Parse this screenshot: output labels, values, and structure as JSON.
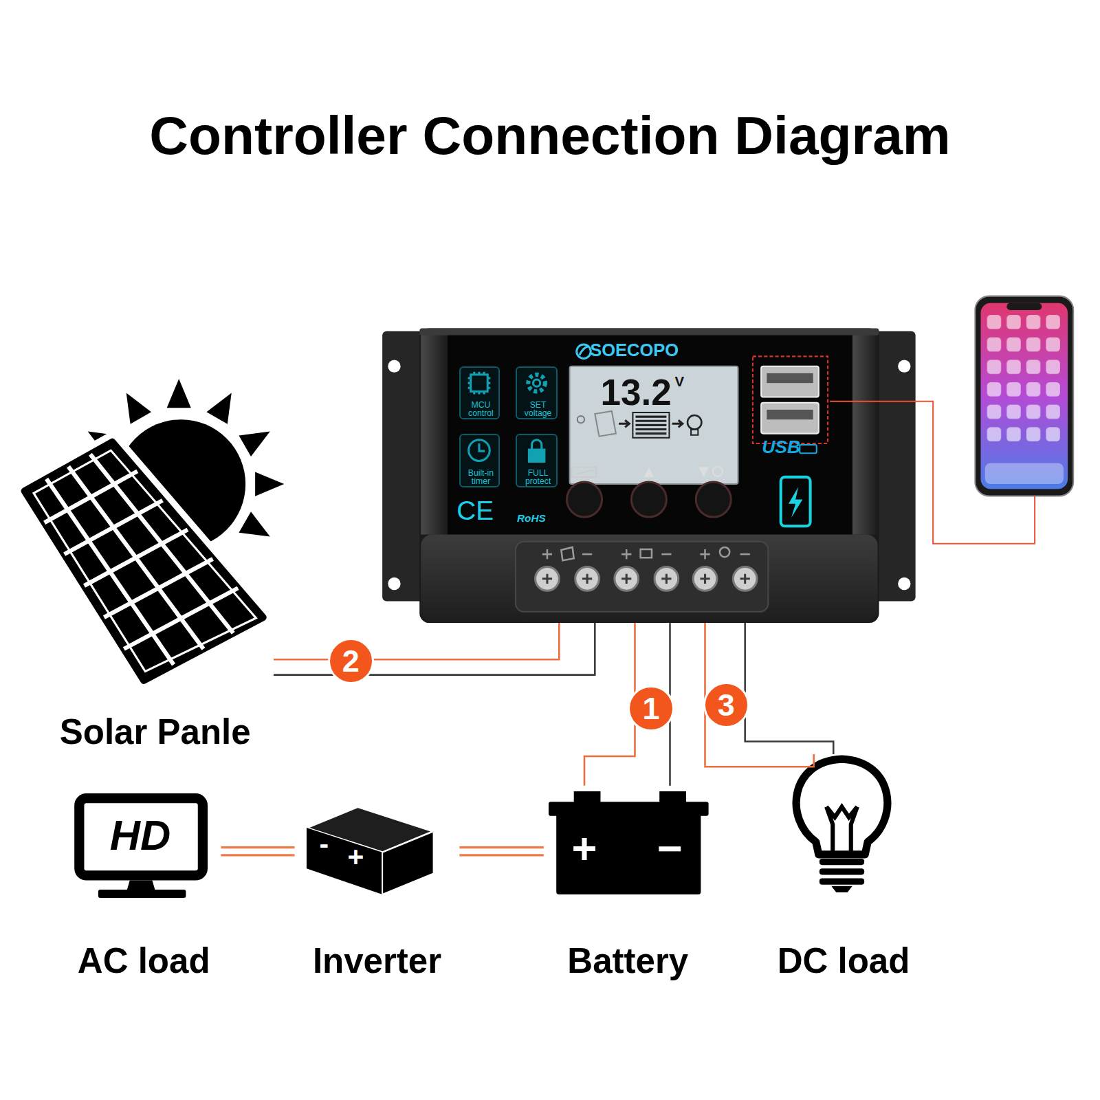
{
  "diagram": {
    "title": "Controller Connection Diagram",
    "nodes": [
      {
        "text": [
          "SOECOPO",
          "CE",
          "RoHS",
          "USB"
        ]
      },
      {
        "text": [
          "MCU control"
        ],
        "in": 0
      },
      {
        "text": [
          "SET voltage"
        ],
        "in": 0
      },
      {
        "text": [
          "Built-in timer"
        ],
        "in": 0
      },
      {
        "text": [
          "FULL protect"
        ],
        "in": 0
      },
      {
        "text": [
          "13.2",
          "V"
        ],
        "in": 0
      },
      {
        "text": [
          "Solar Panle"
        ]
      },
      {
        "text": [
          "HD",
          "AC load"
        ]
      },
      {
        "text": [
          "-",
          "+",
          "Inverter"
        ]
      },
      {
        "text": [
          "+",
          "−",
          "Battery"
        ]
      },
      {
        "text": [
          "DC load"
        ]
      }
    ],
    "edges": [
      {
        "from": 6,
        "to": 0,
        "label": "2",
        "arrow": "none"
      },
      {
        "from": 9,
        "to": 0,
        "label": "1",
        "arrow": "none"
      },
      {
        "from": 10,
        "to": 0,
        "label": "3",
        "arrow": "none"
      },
      {
        "from": 7,
        "to": 8,
        "arrow": "none"
      },
      {
        "from": 8,
        "to": 9,
        "arrow": "none"
      }
    ]
  }
}
